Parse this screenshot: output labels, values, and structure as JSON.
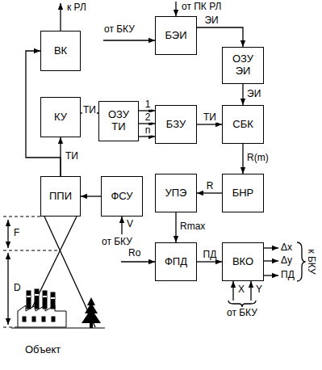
{
  "diagram": {
    "nodes": [
      {
        "text": [
          "ВК"
        ]
      },
      {
        "text": [
          "БЭИ"
        ]
      },
      {
        "text": [
          "ОЗУ ЭИ"
        ]
      },
      {
        "text": [
          "КУ"
        ]
      },
      {
        "text": [
          "ОЗУ ТИ"
        ]
      },
      {
        "text": [
          "БЗУ"
        ]
      },
      {
        "text": [
          "СБК"
        ]
      },
      {
        "text": [
          "ППИ"
        ]
      },
      {
        "text": [
          "ФСУ"
        ]
      },
      {
        "text": [
          "УПЭ"
        ]
      },
      {
        "text": [
          "БНР"
        ]
      },
      {
        "text": [
          "ФПД"
        ]
      },
      {
        "text": [
          "ВКО"
        ]
      }
    ],
    "edges": [
      {
        "from": 7,
        "to": 0,
        "arrow": "to"
      },
      {
        "from": 7,
        "to": 3,
        "label": "ТИ",
        "arrow": "to"
      },
      {
        "from": 3,
        "to": 4,
        "label": "ТИ",
        "arrow": "to"
      },
      {
        "from": 4,
        "to": 5,
        "label": "1",
        "arrow": "to"
      },
      {
        "from": 4,
        "to": 5,
        "label": "2",
        "arrow": "to"
      },
      {
        "from": 4,
        "to": 5,
        "label": "n",
        "arrow": "to"
      },
      {
        "from": 1,
        "to": 2,
        "label": "ЭИ",
        "arrow": "to"
      },
      {
        "from": 2,
        "to": 6,
        "label": "ЭИ",
        "arrow": "to"
      },
      {
        "from": 5,
        "to": 6,
        "label": "ТИ",
        "arrow": "to"
      },
      {
        "from": 6,
        "to": 10,
        "label": "R(m)",
        "arrow": "to"
      },
      {
        "from": 10,
        "to": 9,
        "label": "R",
        "arrow": "to"
      },
      {
        "from": 9,
        "to": 11,
        "label": "Rmax",
        "arrow": "to"
      },
      {
        "from": 11,
        "to": 12,
        "label": "ПД",
        "arrow": "to"
      },
      {
        "from": 8,
        "to": 7,
        "arrow": "to"
      }
    ],
    "labels": [
      "к РЛ",
      "от ПК РЛ",
      "от БКУ",
      "от БКУ",
      "V",
      "Ro",
      "Δx",
      "Δy",
      "ПД",
      "к БКУ",
      "X",
      "Y",
      "от БКУ",
      "F",
      "D",
      "Объект"
    ]
  }
}
